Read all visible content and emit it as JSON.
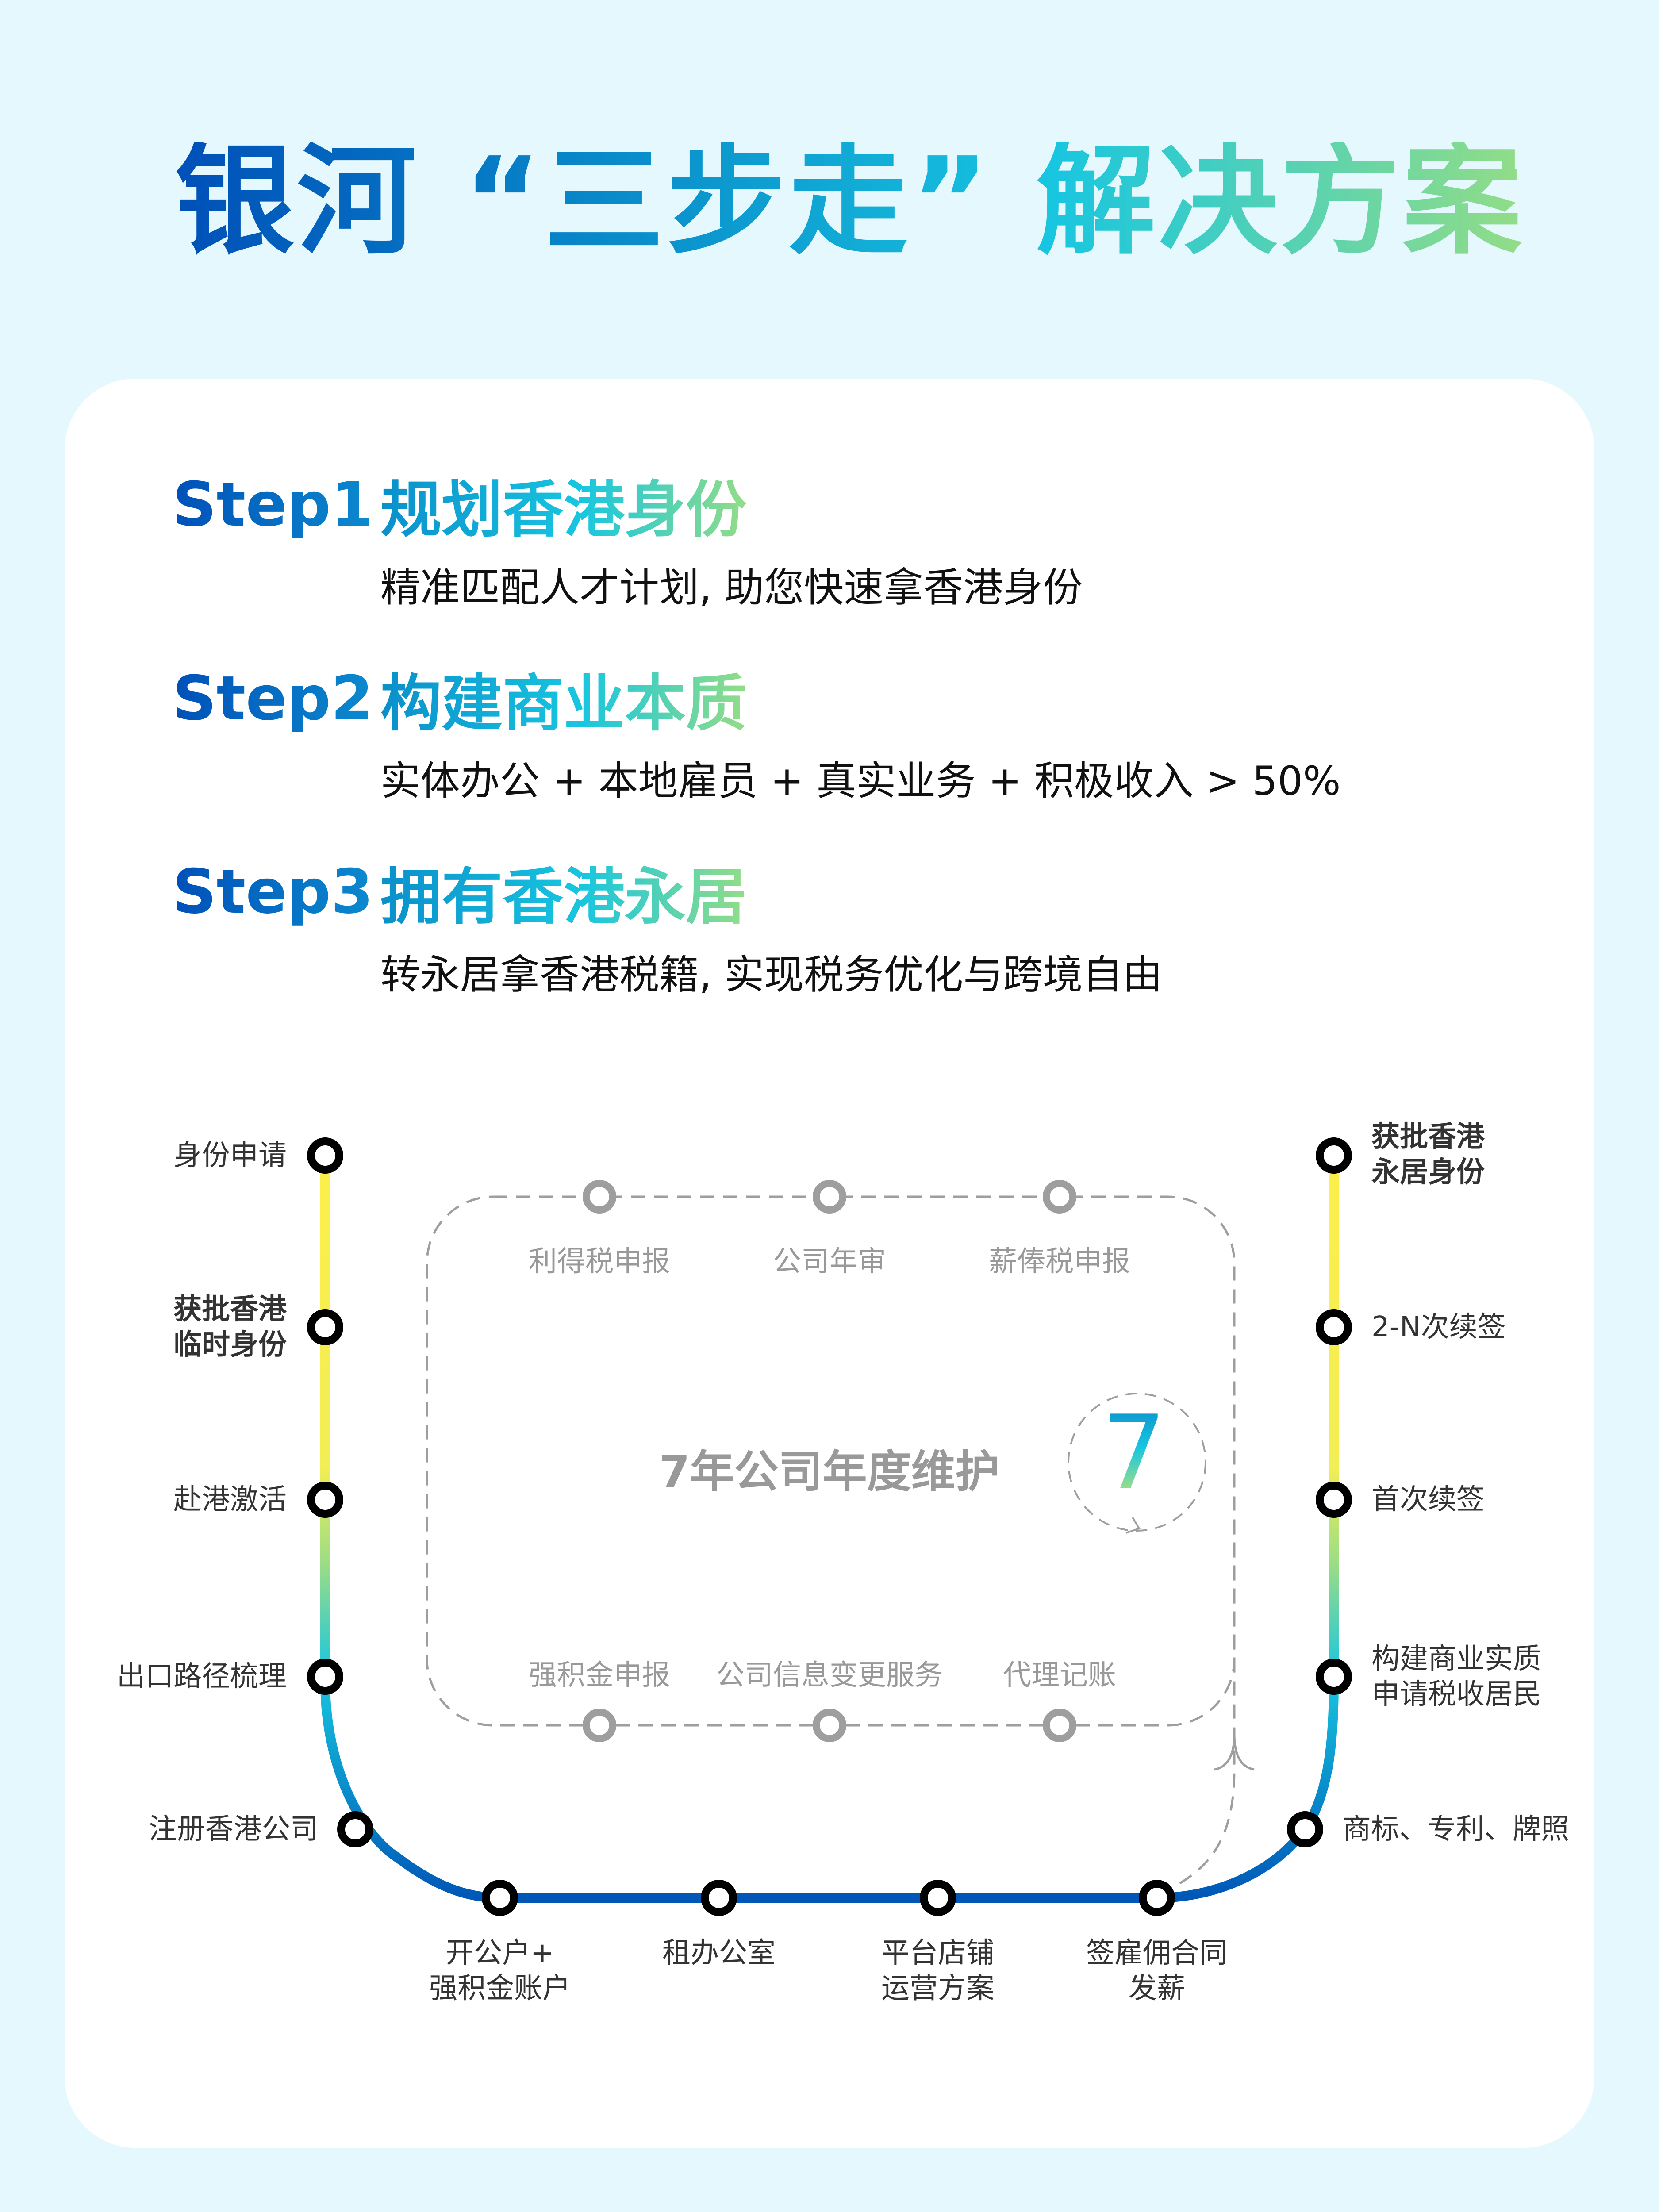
{
  "header": {
    "title": "银河 “三步走” 解决方案"
  },
  "steps": [
    {
      "num": "Step1",
      "title": "规划香港身份",
      "desc": "精准匹配人才计划, 助您快速拿香港身份"
    },
    {
      "num": "Step2",
      "title": "构建商业本质",
      "desc": "实体办公 + 本地雇员 + 真实业务 + 积极收入  >  50%"
    },
    {
      "num": "Step3",
      "title": "拥有香港永居",
      "desc": "转永居拿香港税籍, 实现税务优化与跨境自由"
    }
  ],
  "route": {
    "left_stations": [
      {
        "label": "身份申请",
        "bold": false
      },
      {
        "label": [
          "获批香港",
          "临时身份"
        ],
        "bold": true
      },
      {
        "label": "赴港激活",
        "bold": false
      },
      {
        "label": "出口路径梳理",
        "bold": false
      },
      {
        "label": "注册香港公司",
        "bold": false
      }
    ],
    "bottom_stations": [
      {
        "label": [
          "开公户+",
          "强积金账户"
        ]
      },
      {
        "label": [
          "租办公室"
        ]
      },
      {
        "label": [
          "平台店铺",
          "运营方案"
        ]
      },
      {
        "label": [
          "签雇佣合同",
          "发薪"
        ]
      }
    ],
    "right_stations": [
      {
        "label": [
          "获批香港",
          "永居身份"
        ],
        "bold": true
      },
      {
        "label": "2-N次续签",
        "bold": false
      },
      {
        "label": "首次续签",
        "bold": false
      },
      {
        "label": [
          "构建商业实质",
          "申请税收居民"
        ],
        "bold": false
      },
      {
        "label": "商标、专利、牌照",
        "bold": false
      }
    ]
  },
  "maintenance": {
    "title": "7年公司年度维护",
    "years": "7",
    "top_items": [
      "利得税申报",
      "公司年审",
      "薪俸税申报"
    ],
    "bottom_items": [
      "强积金申报",
      "公司信息变更服务",
      "代理记账"
    ]
  },
  "colors": {
    "background": "#E4F8FE",
    "card": "#FFFFFF",
    "brand_blue": "#0A5CC0",
    "line_yellow": "#FCEF4A",
    "line_cyan": "#18C6E0",
    "line_blue": "#0057B7",
    "station_ring": "#000000",
    "dashed_grey": "#9E9E9E"
  }
}
